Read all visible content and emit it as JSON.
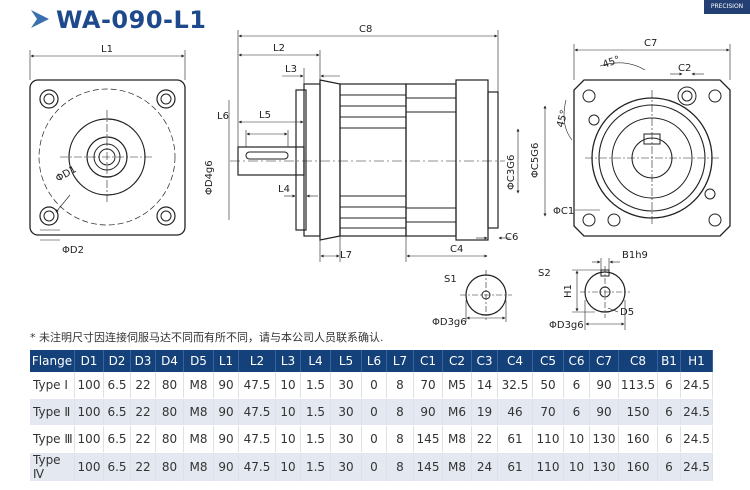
{
  "header": {
    "title": "WA-090-L1",
    "logo_text": "PRECISION"
  },
  "drawing": {
    "front_view": {
      "l1": "L1",
      "d1": "ΦD1",
      "d2": "ΦD2"
    },
    "side_view": {
      "c8": "C8",
      "l2": "L2",
      "l3": "L3",
      "l6": "L6",
      "l5": "L5",
      "l4": "L4",
      "l7": "L7",
      "c4": "C4",
      "c6": "C6",
      "d4": "ΦD4g6",
      "c3": "ΦC3G6",
      "c5": "ΦC5G6"
    },
    "rear_view": {
      "c7": "C7",
      "c2": "C2",
      "angle1": "45°",
      "angle2": "45°",
      "c1": "ΦC1"
    },
    "shaft_s1": {
      "label": "S1",
      "d3": "ΦD3g6"
    },
    "shaft_s2": {
      "label": "S2",
      "b1": "B1h9",
      "h1": "H1",
      "d5": "D5",
      "d3": "ΦD3g6"
    }
  },
  "note": "* 未注明尺寸因连接伺服马达不同而有所不同，请与本公司人员联系确认.",
  "table": {
    "headers": [
      "Flange",
      "D1",
      "D2",
      "D3",
      "D4",
      "D5",
      "L1",
      "L2",
      "L3",
      "L4",
      "L5",
      "L6",
      "L7",
      "C1",
      "C2",
      "C3",
      "C4",
      "C5",
      "C6",
      "C7",
      "C8",
      "B1",
      "H1"
    ],
    "rows": [
      [
        "Type Ⅰ",
        "100",
        "6.5",
        "22",
        "80",
        "M8",
        "90",
        "47.5",
        "10",
        "1.5",
        "30",
        "0",
        "8",
        "70",
        "M5",
        "14",
        "32.5",
        "50",
        "6",
        "90",
        "113.5",
        "6",
        "24.5"
      ],
      [
        "Type Ⅱ",
        "100",
        "6.5",
        "22",
        "80",
        "M8",
        "90",
        "47.5",
        "10",
        "1.5",
        "30",
        "0",
        "8",
        "90",
        "M6",
        "19",
        "46",
        "70",
        "6",
        "90",
        "150",
        "6",
        "24.5"
      ],
      [
        "Type Ⅲ",
        "100",
        "6.5",
        "22",
        "80",
        "M8",
        "90",
        "47.5",
        "10",
        "1.5",
        "30",
        "0",
        "8",
        "145",
        "M8",
        "22",
        "61",
        "110",
        "10",
        "130",
        "160",
        "6",
        "24.5"
      ],
      [
        "Type Ⅳ",
        "100",
        "6.5",
        "22",
        "80",
        "M8",
        "90",
        "47.5",
        "10",
        "1.5",
        "30",
        "0",
        "8",
        "145",
        "M8",
        "24",
        "61",
        "110",
        "10",
        "130",
        "160",
        "6",
        "24.5"
      ]
    ]
  }
}
